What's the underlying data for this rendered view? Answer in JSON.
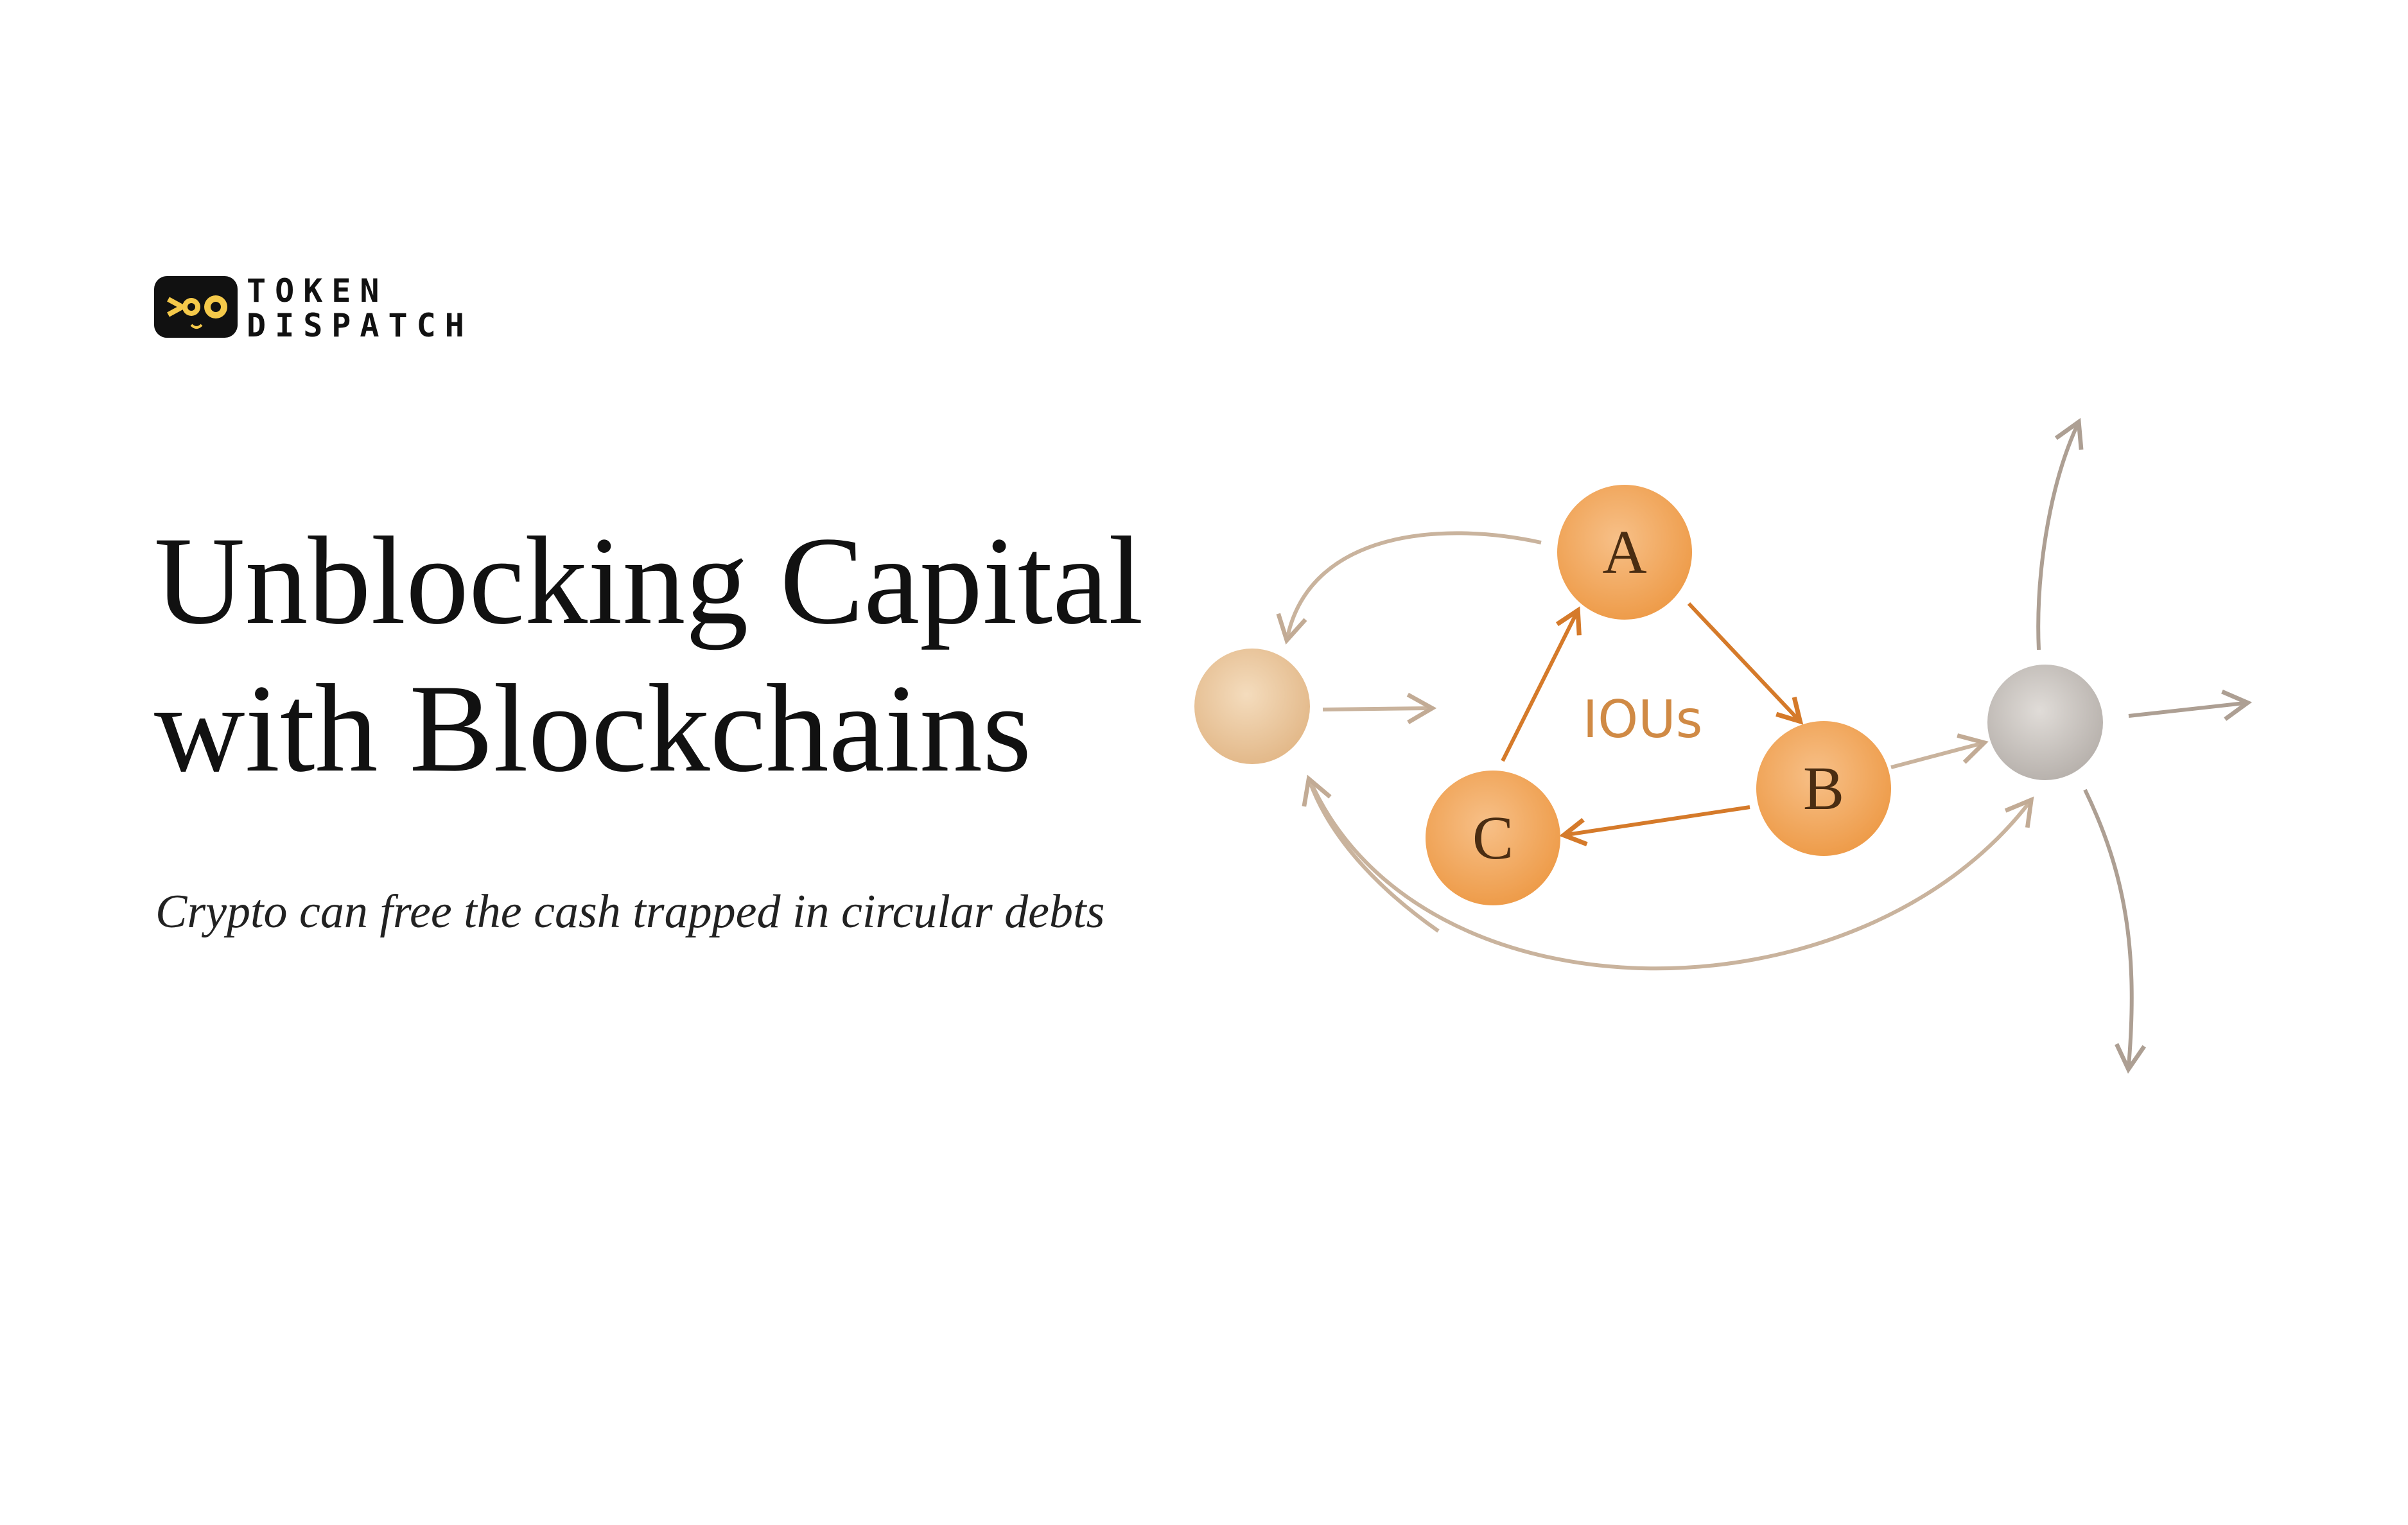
{
  "brand": {
    "line1": "TOKEN",
    "line2": "DISPATCH",
    "logo_icon": "eyes-mascot-icon"
  },
  "heading": {
    "line1": "Unblocking Capital",
    "line2": "with Blockchains"
  },
  "subtitle": "Crypto can free the cash trapped in circular debts",
  "diagram": {
    "nodes": {
      "a": "A",
      "b": "B",
      "c": "C"
    },
    "center_label": "IOUs",
    "colors": {
      "node_orange": "#f2a85a",
      "node_tan": "#ebc79d",
      "node_gray": "#c9c4c0",
      "arrow_orange": "#d57a2a",
      "arrow_tan": "#c2ab95",
      "arrow_gray": "#ad9f93"
    }
  }
}
